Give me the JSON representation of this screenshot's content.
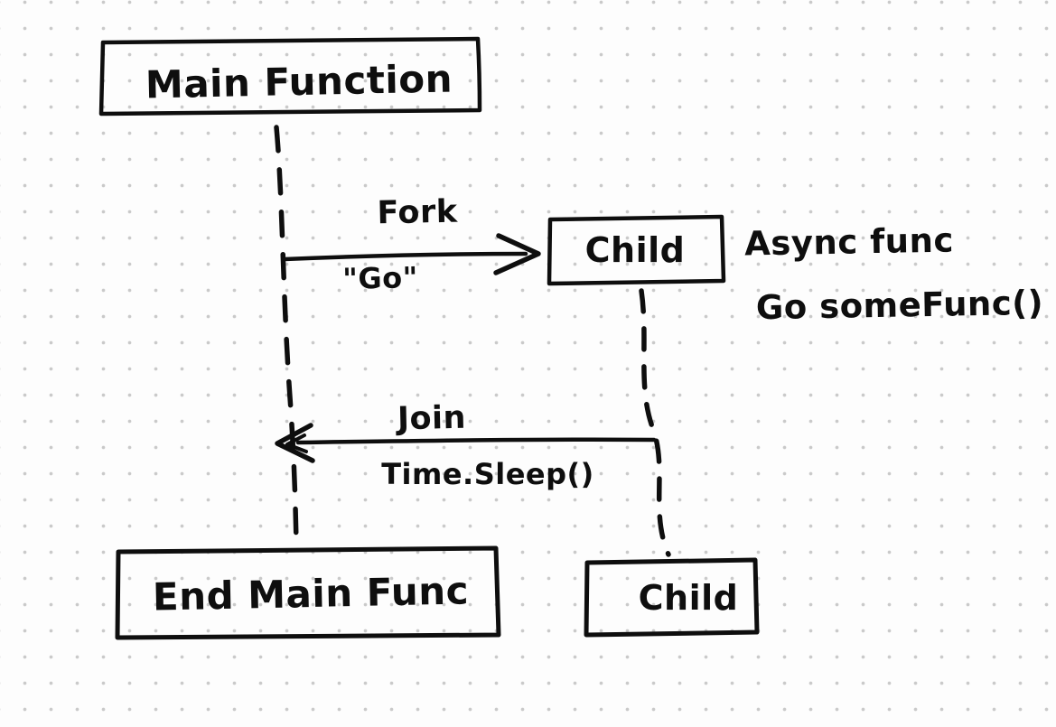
{
  "canvas": {
    "background_color": "#fdfdfd",
    "dot_grid_color": "#c9c9c9",
    "ink_color": "#0e0e0e",
    "style": "hand-drawn whiteboard sequence diagram"
  },
  "nodes": [
    {
      "id": "main-function",
      "label": "Main Function"
    },
    {
      "id": "child-start",
      "label": "Child"
    },
    {
      "id": "end-main-func",
      "label": "End Main Func"
    },
    {
      "id": "child-end",
      "label": "Child"
    }
  ],
  "edges": [
    {
      "id": "fork",
      "label": "Fork",
      "sublabel": "\"Go\"",
      "direction": "right",
      "from": "main-function lifeline",
      "to": "child-start"
    },
    {
      "id": "join",
      "label": "Join",
      "sublabel": "Time.Sleep()",
      "direction": "left",
      "from": "child lifeline",
      "to": "main-function lifeline"
    }
  ],
  "annotation": {
    "line1": "Async func",
    "line2": "Go someFunc()"
  }
}
